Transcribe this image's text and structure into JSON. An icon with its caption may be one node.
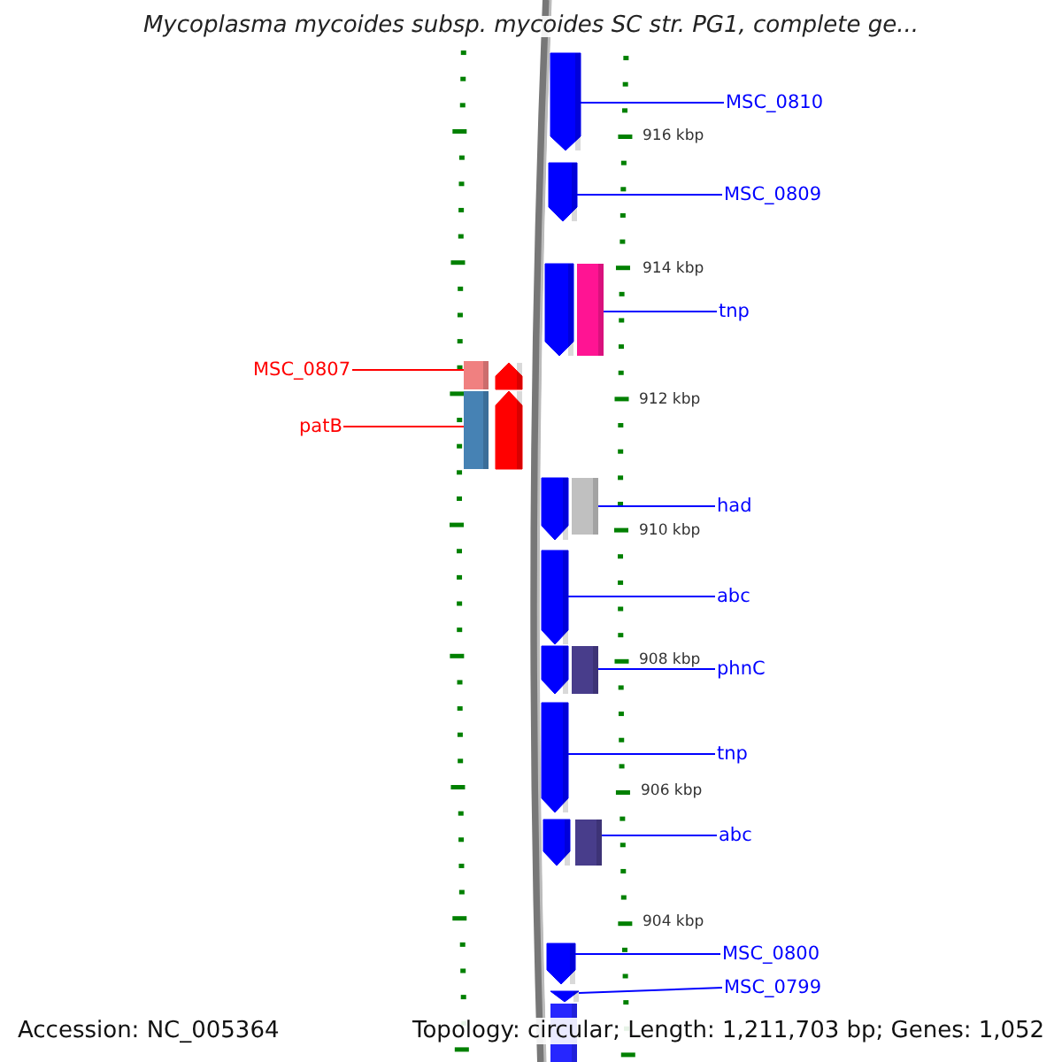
{
  "diagram": {
    "title": "Mycoplasma mycoides subsp. mycoides SC str. PG1, complete ge...",
    "nodes": [
      {
        "text": [
          "MSC_0810"
        ]
      },
      {
        "text": [],
        "shape": "arrow"
      },
      {
        "text": [
          "MSC_0809"
        ]
      },
      {
        "text": [],
        "shape": "arrow"
      },
      {
        "text": [
          "tnp"
        ]
      },
      {
        "text": [],
        "shape": "arrow"
      },
      {
        "text": [],
        "shape": "bar"
      },
      {
        "text": [
          "MSC_0807"
        ]
      },
      {
        "text": [],
        "shape": "bar"
      },
      {
        "text": [],
        "shape": "arrow"
      },
      {
        "text": [
          "patB"
        ]
      },
      {
        "text": [],
        "shape": "bar"
      },
      {
        "text": [],
        "shape": "arrow"
      },
      {
        "text": [
          "had"
        ]
      },
      {
        "text": [],
        "shape": "arrow"
      },
      {
        "text": [],
        "shape": "bar"
      },
      {
        "text": [
          "abc"
        ]
      },
      {
        "text": [],
        "shape": "arrow"
      },
      {
        "text": [
          "phnC"
        ]
      },
      {
        "text": [],
        "shape": "arrow"
      },
      {
        "text": [],
        "shape": "bar"
      },
      {
        "text": [
          "tnp"
        ]
      },
      {
        "text": [],
        "shape": "arrow"
      },
      {
        "text": [
          "abc"
        ]
      },
      {
        "text": [],
        "shape": "arrow"
      },
      {
        "text": [],
        "shape": "bar"
      },
      {
        "text": [
          "MSC_0800"
        ]
      },
      {
        "text": [],
        "shape": "arrow"
      },
      {
        "text": [
          "MSC_0799"
        ]
      },
      {
        "text": [],
        "shape": "arrow"
      },
      {
        "text": [],
        "shape": "bar"
      }
    ],
    "edges": [
      {
        "from": 0,
        "to": 1,
        "arrow": "none"
      },
      {
        "from": 2,
        "to": 3,
        "arrow": "none"
      },
      {
        "from": 4,
        "to": 6,
        "arrow": "none"
      },
      {
        "from": 7,
        "to": 8,
        "arrow": "none",
        "color": "#ff0000"
      },
      {
        "from": 10,
        "to": 11,
        "arrow": "none",
        "color": "#ff0000"
      },
      {
        "from": 13,
        "to": 15,
        "arrow": "none"
      },
      {
        "from": 16,
        "to": 17,
        "arrow": "none"
      },
      {
        "from": 18,
        "to": 20,
        "arrow": "none"
      },
      {
        "from": 21,
        "to": 22,
        "arrow": "none"
      },
      {
        "from": 23,
        "to": 25,
        "arrow": "none"
      },
      {
        "from": 26,
        "to": 27,
        "arrow": "none"
      },
      {
        "from": 28,
        "to": 29,
        "arrow": "none"
      }
    ],
    "labels": [
      "916 kbp",
      "914 kbp",
      "912 kbp",
      "910 kbp",
      "908 kbp",
      "906 kbp",
      "904 kbp",
      "Accession: NC_005364",
      "Topology: circular; Length: 1,211,703 bp; Genes: 1,052"
    ]
  }
}
